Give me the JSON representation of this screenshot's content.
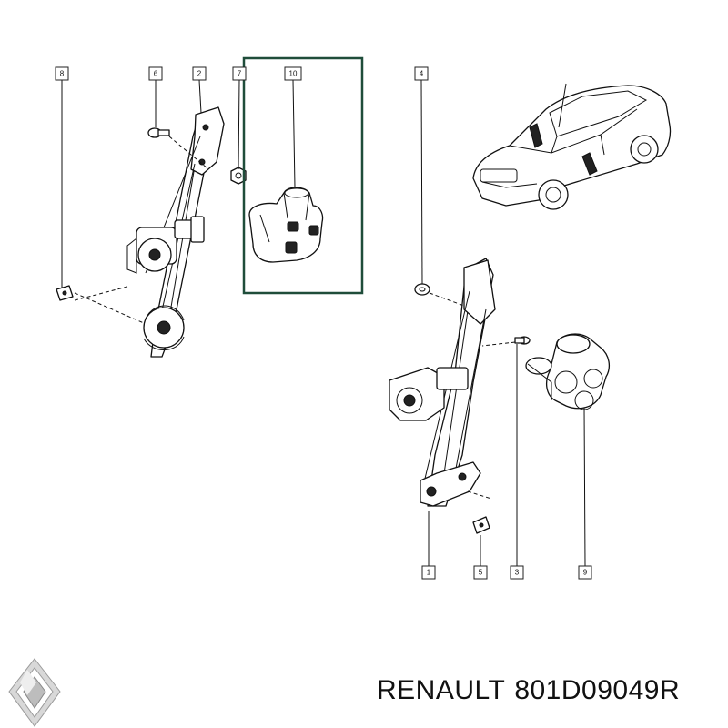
{
  "callouts": [
    {
      "id": "c8",
      "label": "8"
    },
    {
      "id": "c6",
      "label": "6"
    },
    {
      "id": "c2",
      "label": "2"
    },
    {
      "id": "c7",
      "label": "7"
    },
    {
      "id": "c10",
      "label": "10"
    },
    {
      "id": "c4",
      "label": "4"
    },
    {
      "id": "c1",
      "label": "1"
    },
    {
      "id": "c5",
      "label": "5"
    },
    {
      "id": "c3",
      "label": "3"
    },
    {
      "id": "c9",
      "label": "9"
    }
  ],
  "highlight_color": "#1f4d3a",
  "footer": {
    "brand": "RENAULT",
    "part_number": "801D09049R"
  },
  "logo": {
    "name": "renault-diamond-logo"
  }
}
